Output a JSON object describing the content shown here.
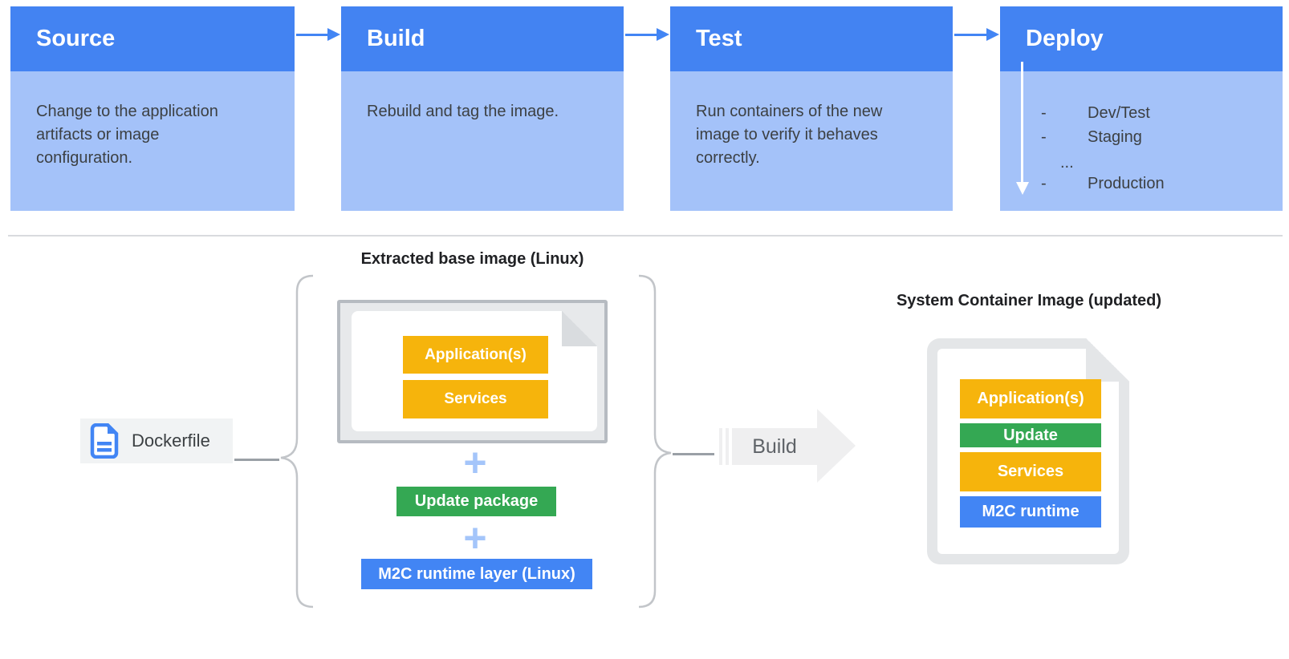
{
  "pipeline": {
    "steps": [
      {
        "title": "Source",
        "description": "Change to the application artifacts or image configuration."
      },
      {
        "title": "Build",
        "description": "Rebuild and tag the image."
      },
      {
        "title": "Test",
        "description": "Run containers of the new image to verify it behaves correctly."
      },
      {
        "title": "Deploy",
        "environments": [
          {
            "bullet": "-",
            "label": "Dev/Test"
          },
          {
            "bullet": "-",
            "label": "Staging"
          },
          {
            "bullet": "",
            "label": "..."
          },
          {
            "bullet": "-",
            "label": "Production"
          }
        ]
      }
    ]
  },
  "build_flow": {
    "dockerfile_label": "Dockerfile",
    "extracted_image": {
      "title": "Extracted base image (Linux)",
      "layers": [
        {
          "label": "Application(s)",
          "color": "#F6B40C"
        },
        {
          "label": "Services",
          "color": "#F6B40C"
        }
      ]
    },
    "plus_sign": "+",
    "update_package": {
      "label": "Update package",
      "color": "#34A853"
    },
    "runtime_layer": {
      "label": "M2C runtime layer (Linux)",
      "color": "#4285F4"
    },
    "build_arrow_label": "Build",
    "result_image": {
      "title": "System Container Image (updated)",
      "layers": [
        {
          "label": "Application(s)",
          "color": "#F6B40C"
        },
        {
          "label": "Update",
          "color": "#34A853"
        },
        {
          "label": "Services",
          "color": "#F6B40C"
        },
        {
          "label": "M2C runtime",
          "color": "#4285F4"
        }
      ]
    }
  },
  "colors": {
    "header_blue": "#4383F2",
    "body_blue": "#A4C2F9",
    "arrow_blue": "#4285F4",
    "yellow": "#F6B40C",
    "green": "#34A853",
    "blue": "#4285F4",
    "text_dark": "#3C4043"
  }
}
